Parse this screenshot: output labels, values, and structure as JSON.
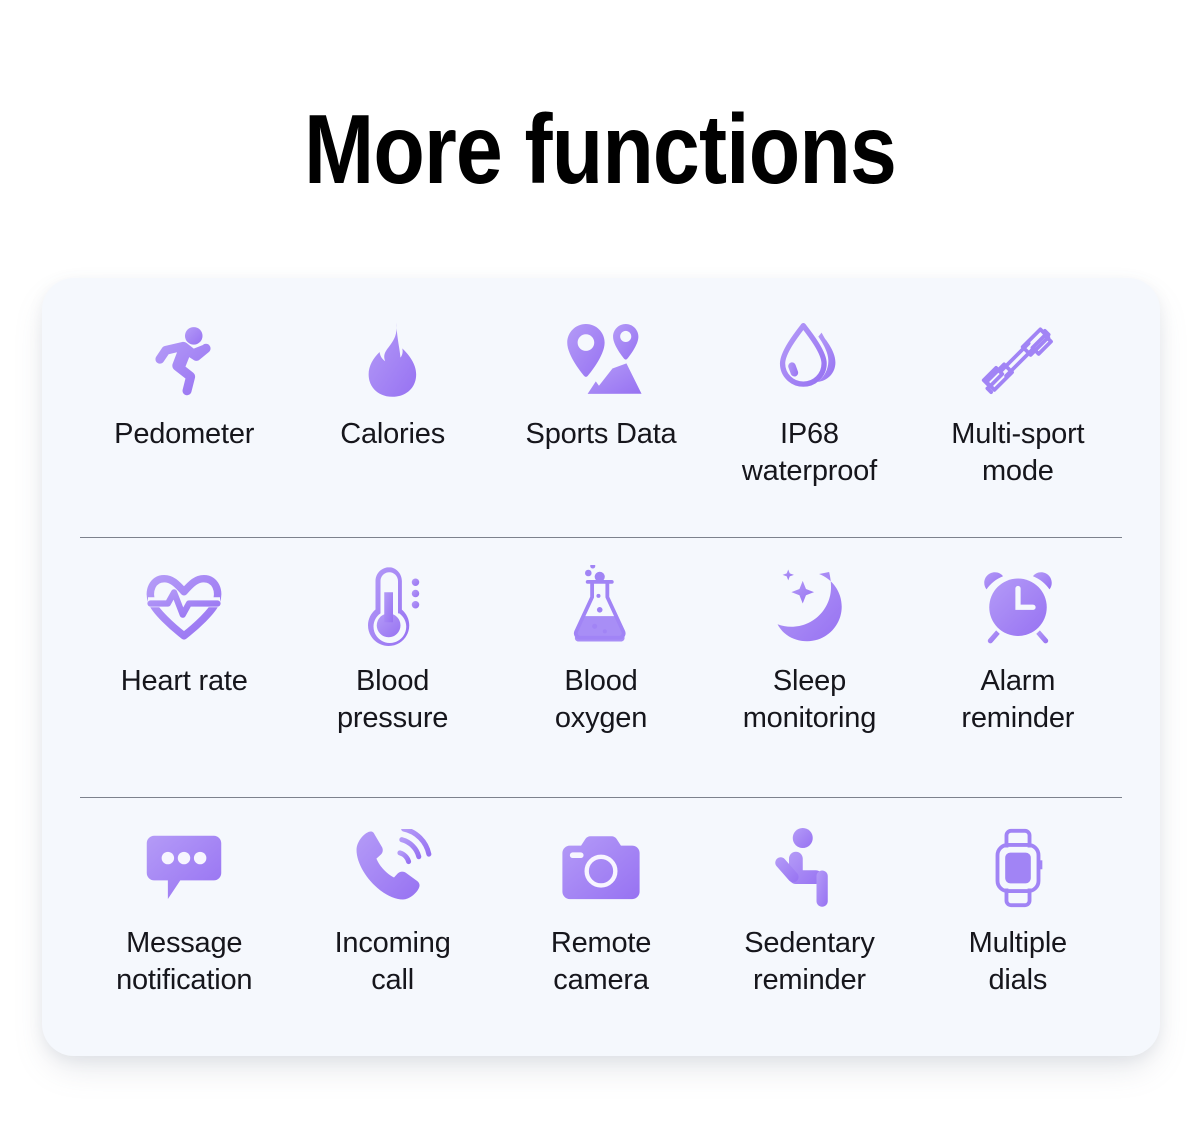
{
  "page": {
    "title": "More functions",
    "background_color": "#ffffff"
  },
  "card": {
    "background_color": "#f5f8fd",
    "divider_color": "#7d828d",
    "icon_color": "#a184f5",
    "icon_color_light": "#b49bf7",
    "label_color": "#16161c"
  },
  "rows": [
    {
      "cells": [
        {
          "icon": "running-person-icon",
          "label": "Pedometer"
        },
        {
          "icon": "flame-icon",
          "label": "Calories"
        },
        {
          "icon": "map-pins-route-icon",
          "label": "Sports Data"
        },
        {
          "icon": "water-droplet-icon",
          "label": "IP68\nwaterproof",
          "line1": "IP68",
          "line2": "waterproof"
        },
        {
          "icon": "dumbbell-icon",
          "label": "Multi-sport\nmode",
          "line1": "Multi-sport",
          "line2": "mode"
        }
      ]
    },
    {
      "cells": [
        {
          "icon": "heart-pulse-icon",
          "label": "Heart rate"
        },
        {
          "icon": "thermometer-icon",
          "label": "Blood\npressure",
          "line1": "Blood",
          "line2": "pressure"
        },
        {
          "icon": "flask-bubbles-icon",
          "label": "Blood\noxygen",
          "line1": "Blood",
          "line2": "oxygen"
        },
        {
          "icon": "moon-stars-icon",
          "label": "Sleep\nmonitoring",
          "line1": "Sleep",
          "line2": "monitoring"
        },
        {
          "icon": "alarm-clock-icon",
          "label": "Alarm\nreminder",
          "line1": "Alarm",
          "line2": "reminder"
        }
      ]
    },
    {
      "cells": [
        {
          "icon": "message-bubble-icon",
          "label": "Message\nnotification",
          "line1": "Message",
          "line2": "notification"
        },
        {
          "icon": "phone-ring-icon",
          "label": "Incoming\ncall",
          "line1": "Incoming",
          "line2": "call"
        },
        {
          "icon": "camera-icon",
          "label": "Remote\ncamera",
          "line1": "Remote",
          "line2": "camera"
        },
        {
          "icon": "seated-person-icon",
          "label": "Sedentary\nreminder",
          "line1": "Sedentary",
          "line2": "reminder"
        },
        {
          "icon": "smartwatch-icon",
          "label": "Multiple\ndials",
          "line1": "Multiple",
          "line2": "dials"
        }
      ]
    }
  ]
}
